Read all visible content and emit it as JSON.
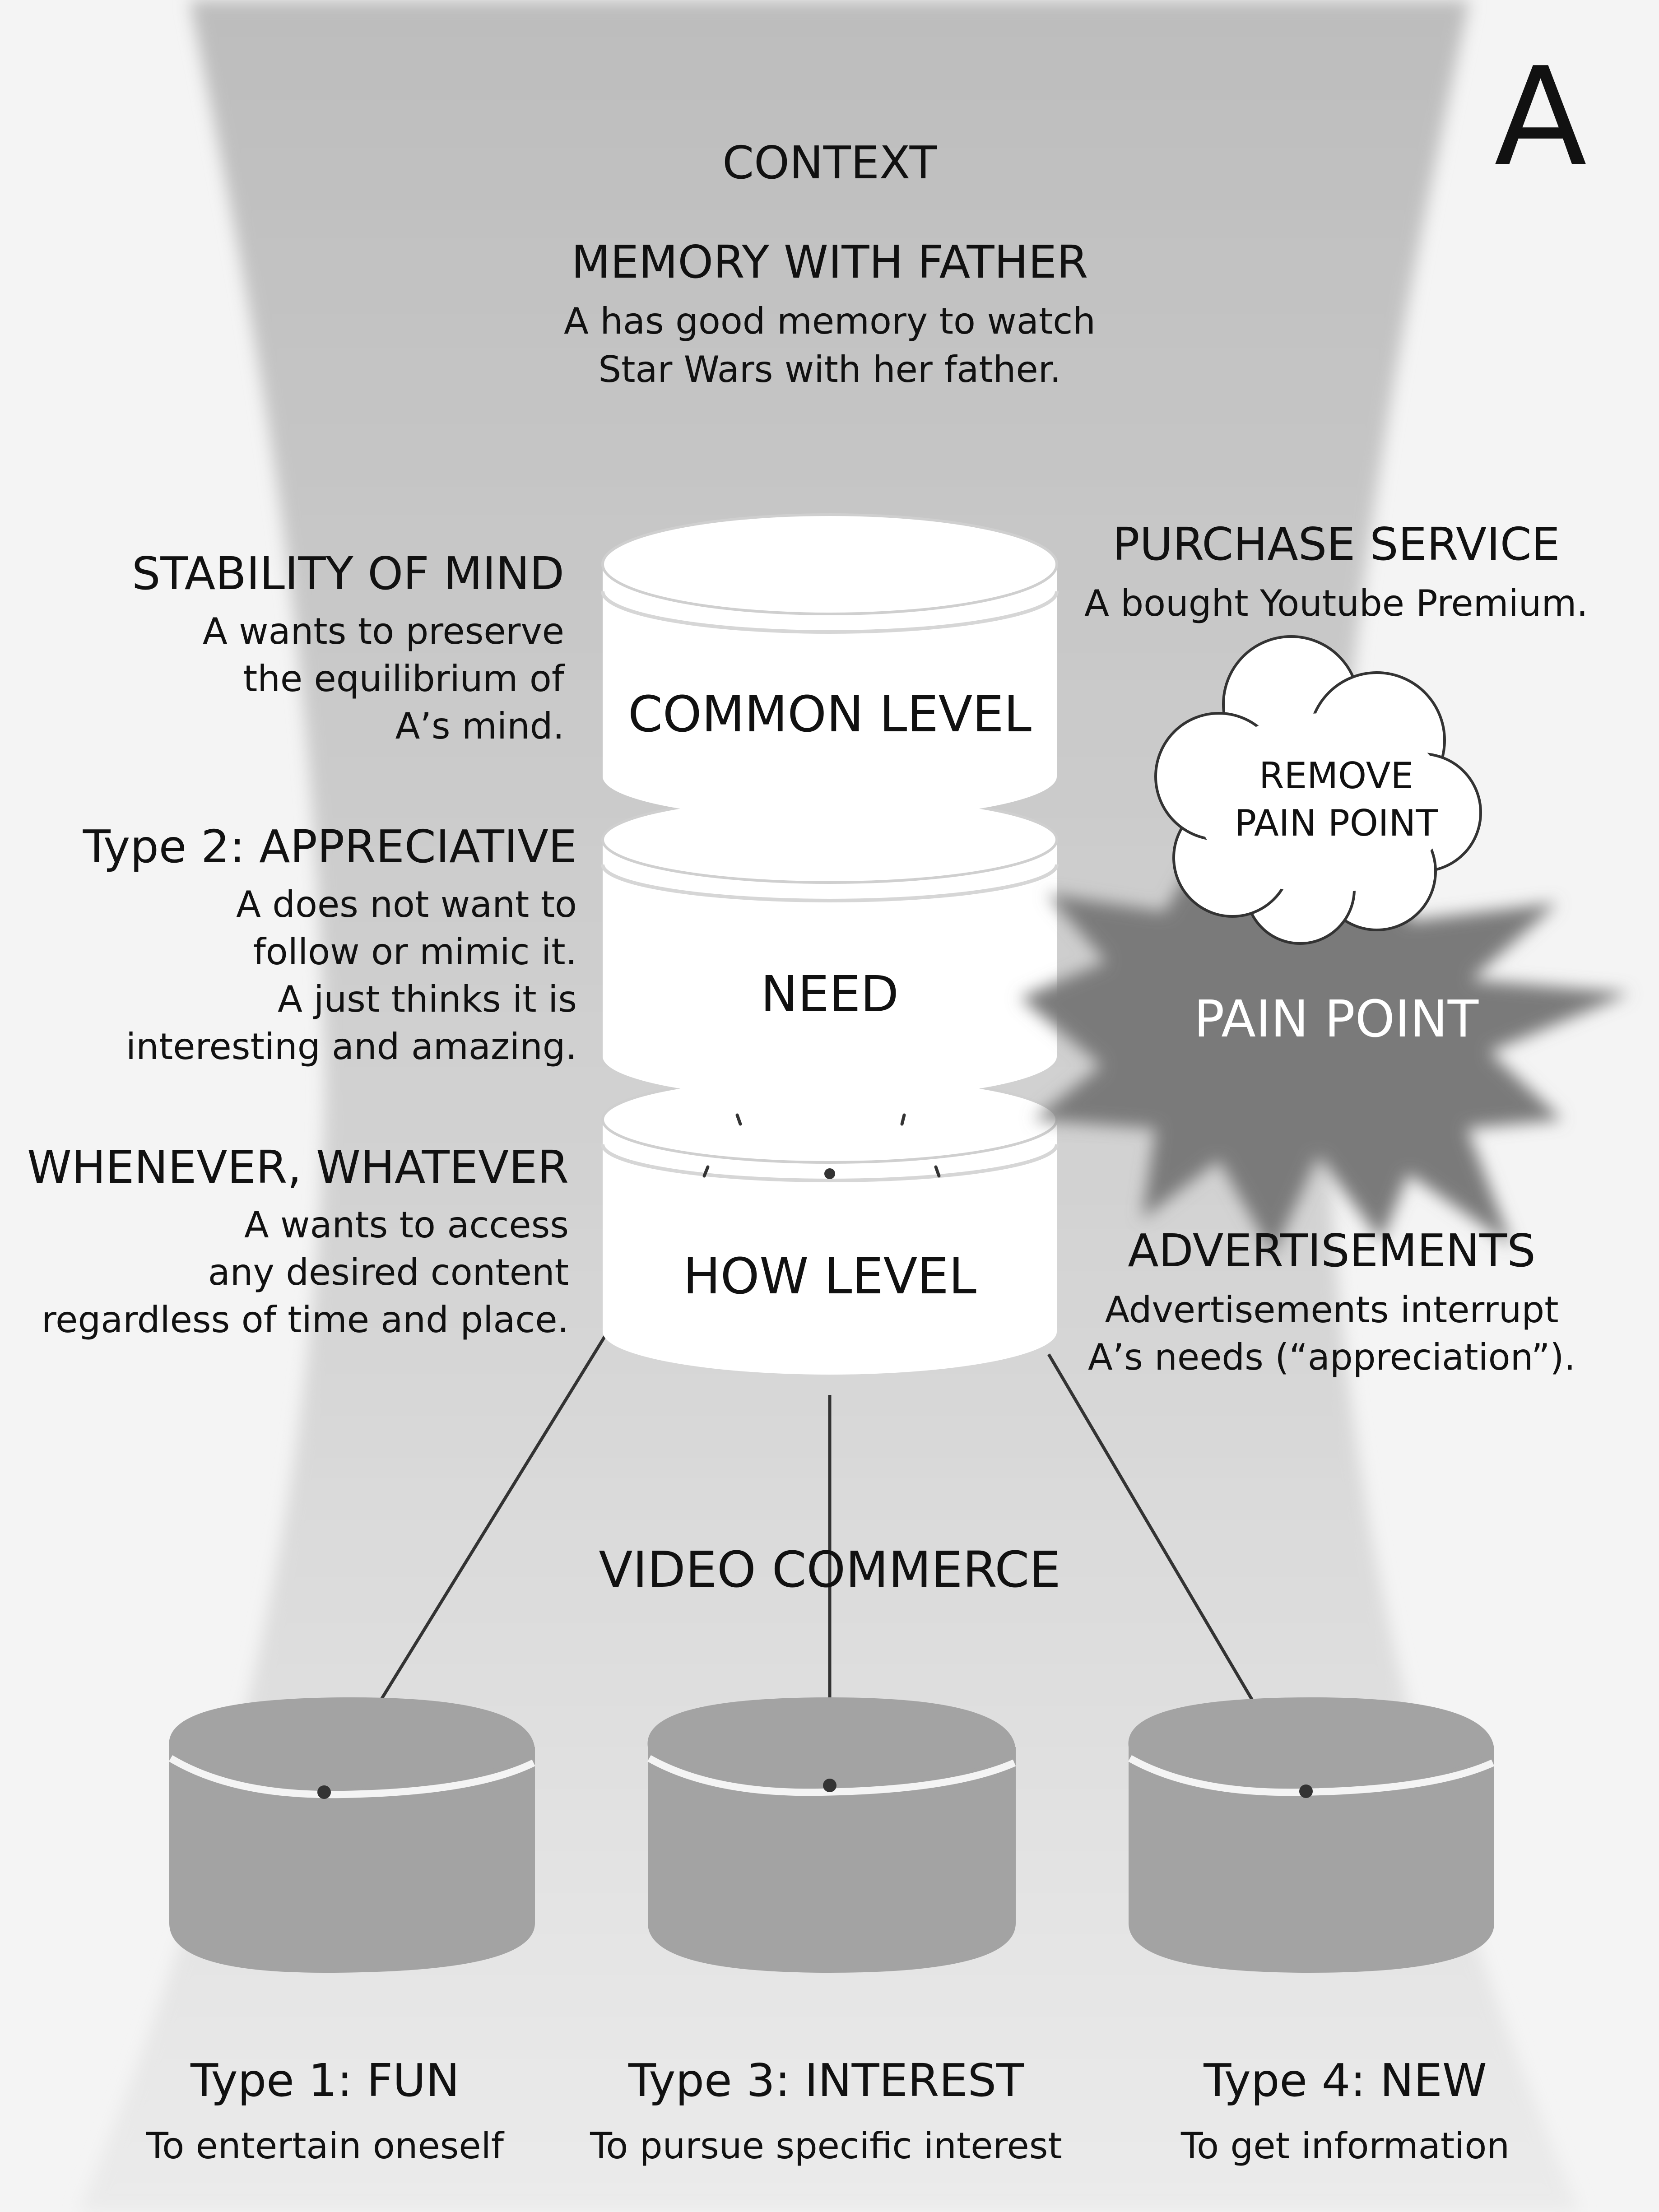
{
  "corner_letter": "A",
  "context": {
    "heading": "CONTEXT",
    "title": "MEMORY WITH FATHER",
    "lines": [
      "A has good memory to watch",
      "Star Wars with her father."
    ]
  },
  "stability": {
    "title": "STABILITY OF MIND",
    "lines": [
      "A wants to preserve",
      "the equilibrium of",
      "A’s mind."
    ]
  },
  "appreciative": {
    "title": "Type 2: APPRECIATIVE",
    "lines": [
      "A does not want to",
      "follow or mimic it.",
      "A just thinks it is",
      "interesting and amazing."
    ]
  },
  "whenever": {
    "title": "WHENEVER, WHATEVER",
    "lines": [
      "A wants to access",
      "any desired content",
      "regardless of time and place."
    ]
  },
  "purchase": {
    "title": "PURCHASE SERVICE",
    "lines": [
      "A bought Youtube Premium."
    ]
  },
  "cloud": {
    "lines": [
      "REMOVE",
      "PAIN POINT"
    ]
  },
  "pain_point": "PAIN POINT",
  "advertisements": {
    "title": "ADVERTISEMENTS",
    "lines": [
      "Advertisements interrupt",
      "A’s needs (“appreciation”)."
    ]
  },
  "stack_levels": [
    "COMMON LEVEL",
    "NEED",
    "HOW LEVEL"
  ],
  "video_commerce": "VIDEO COMMERCE",
  "types": [
    {
      "title": "Type 1: FUN",
      "subtitle": "To entertain oneself"
    },
    {
      "title": "Type 3: INTEREST",
      "subtitle": "To pursue specific interest"
    },
    {
      "title": "Type 4: NEW",
      "subtitle": "To get information"
    }
  ],
  "colors": {
    "background": "#f4f4f4",
    "funnel_top": "#bfbfbf",
    "funnel_bottom": "#e8e8e8",
    "cylinder_white": "#ffffff",
    "cylinder_gray": "#a3a3a3",
    "starburst": "#7a7a7a",
    "text": "#111111"
  }
}
